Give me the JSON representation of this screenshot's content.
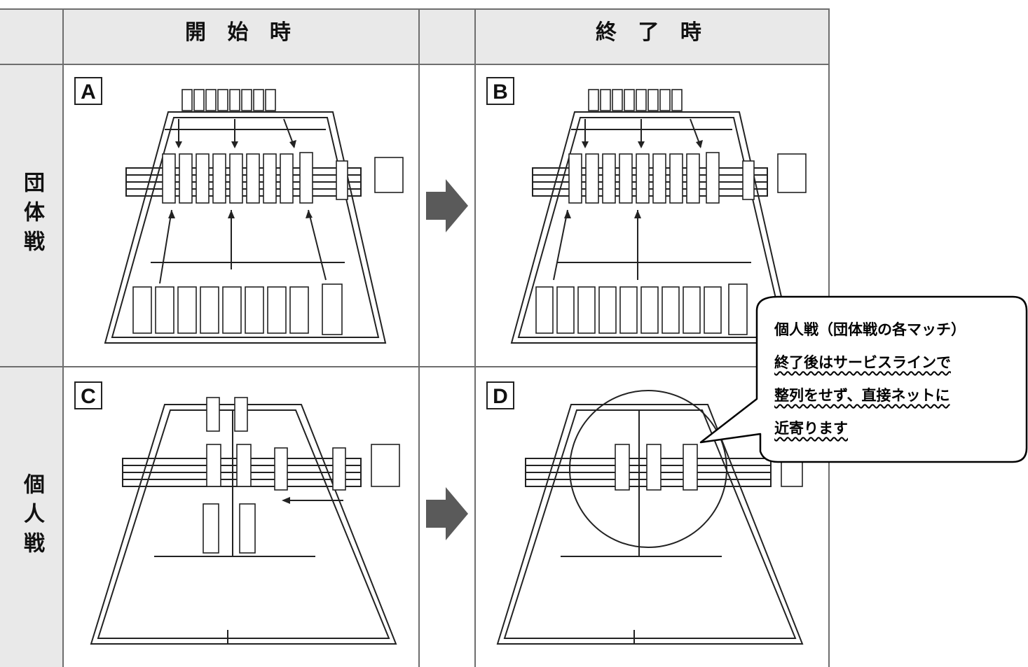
{
  "headers": {
    "start": "開 始 時",
    "end": "終 了 時"
  },
  "rows": {
    "team": "団体戦",
    "individual": "個人戦"
  },
  "panels": {
    "a": "A",
    "b": "B",
    "c": "C",
    "d": "D"
  },
  "callout": {
    "line1": "個人戦（団体戦の各マッチ）",
    "line2": "終了後はサービスラインで",
    "line3": "整列をせず、直接ネットに",
    "line4": "近寄ります"
  },
  "colors": {
    "grid": "#6e6e6e",
    "header_bg": "#e9e9e9",
    "arrow": "#5a5a5a",
    "ink": "#222222"
  }
}
